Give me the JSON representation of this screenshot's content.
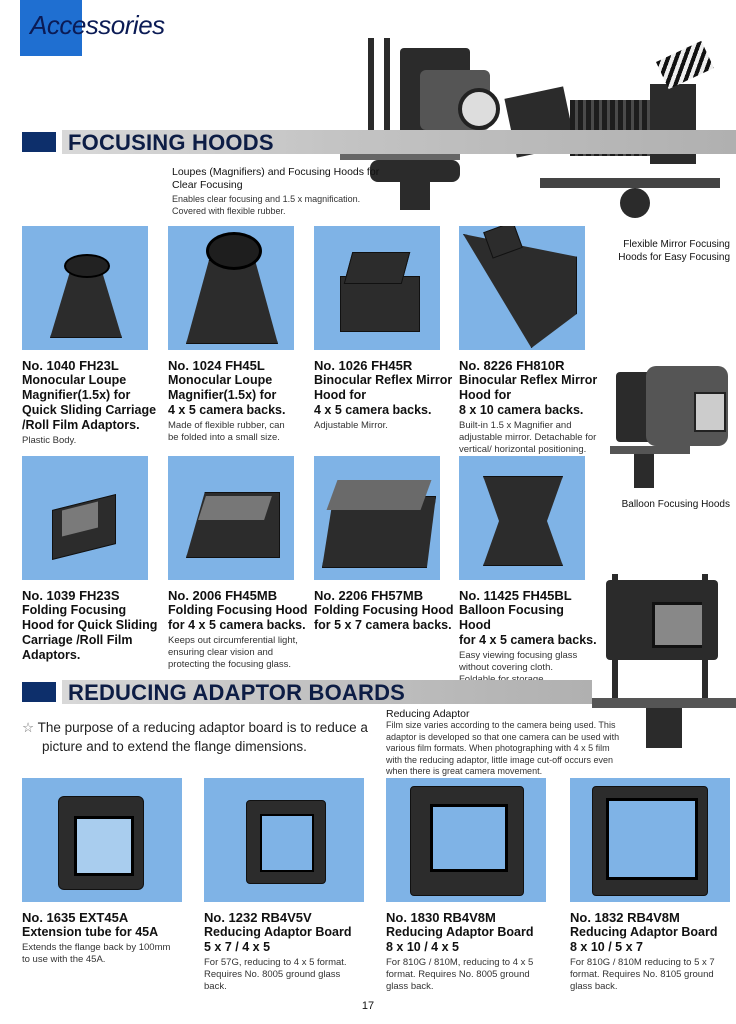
{
  "header": {
    "label": "Accessories"
  },
  "sections": {
    "focusing_hoods": {
      "title": "FOCUSING HOODS"
    },
    "reducing_boards": {
      "title": "REDUCING ADAPTOR BOARDS"
    }
  },
  "intro": {
    "title_line1": "Loupes (Magnifiers) and Focusing Hoods for",
    "title_line2": "Clear Focusing",
    "desc_line1": "Enables clear focusing and 1.5 x magnification.",
    "desc_line2": "Covered with flexible rubber."
  },
  "captions": {
    "flexible_line1": "Flexible Mirror Focusing",
    "flexible_line2": "Hoods for Easy Focusing",
    "balloon": "Balloon Focusing Hoods"
  },
  "row1": [
    {
      "no": "No. 1040  FH23L",
      "title": [
        "Monocular Loupe",
        "Magnifier(1.5x) for",
        "Quick Sliding Carriage",
        "/Roll Film Adaptors."
      ],
      "desc": [
        "Plastic Body."
      ]
    },
    {
      "no": "No. 1024  FH45L",
      "title": [
        "Monocular Loupe",
        "Magnifier(1.5x) for",
        "4 x 5 camera backs."
      ],
      "desc": [
        "Made of flexible rubber, can",
        "be folded into a small size."
      ]
    },
    {
      "no": "No. 1026  FH45R",
      "title": [
        "Binocular Reflex Mirror",
        "Hood for",
        "4 x 5 camera backs."
      ],
      "desc": [
        "Adjustable Mirror."
      ]
    },
    {
      "no": "No. 8226  FH810R",
      "title": [
        "Binocular Reflex Mirror",
        "Hood for",
        "8 x 10 camera backs."
      ],
      "desc": [
        "Built-in 1.5 x Magnifier and",
        "adjustable mirror. Detachable for",
        "vertical/ horizontal positioning."
      ]
    }
  ],
  "row2": [
    {
      "no": "No. 1039  FH23S",
      "title": [
        "Folding Focusing",
        "Hood for Quick Sliding",
        "Carriage /Roll Film",
        "Adaptors."
      ],
      "desc": []
    },
    {
      "no": "No. 2006  FH45MB",
      "title": [
        "Folding Focusing Hood",
        "for 4 x 5 camera backs."
      ],
      "desc": [
        "Keeps out circumferential light,",
        "ensuring clear vision and",
        "protecting the focusing glass."
      ]
    },
    {
      "no": "No. 2206  FH57MB",
      "title": [
        "Folding Focusing Hood",
        "for 5 x 7 camera backs."
      ],
      "desc": []
    },
    {
      "no": "No. 11425  FH45BL",
      "title": [
        "Balloon Focusing Hood",
        "for 4 x 5 camera backs."
      ],
      "desc": [
        "Easy viewing focusing glass",
        "without covering cloth.",
        "Foldable for storage."
      ]
    }
  ],
  "purpose": {
    "star": "☆",
    "line1": "The purpose of a reducing adaptor board is to reduce a",
    "line2": "picture and to extend the flange dimensions."
  },
  "reducing_note": {
    "title": "Reducing Adaptor",
    "lines": [
      "Film size varies according to the camera being used.  This",
      "adaptor is developed so that one camera can be used with",
      "various film formats.  When photographing with 4 x 5 film",
      "with the reducing adaptor, little image cut-off occurs even",
      "when there is great camera movement."
    ]
  },
  "row3": [
    {
      "no": "No. 1635  EXT45A",
      "title": [
        "Extension tube for 45A"
      ],
      "desc": [
        "Extends the flange back by 100mm",
        "to use with the 45A."
      ]
    },
    {
      "no": "No. 1232  RB4V5V",
      "title": [
        "Reducing Adaptor Board",
        "5 x 7 / 4 x 5"
      ],
      "desc": [
        "For 57G, reducing to 4 x 5 format.",
        "Requires No. 8005 ground glass",
        "back."
      ]
    },
    {
      "no": "No. 1830  RB4V8M",
      "title": [
        "Reducing Adaptor Board",
        "8 x 10 / 4 x 5"
      ],
      "desc": [
        "For 810G / 810M, reducing to 4 x 5",
        "format. Requires No. 8005 ground",
        "glass back."
      ]
    },
    {
      "no": "No. 1832  RB4V8M",
      "title": [
        "Reducing Adaptor Board",
        "8 x 10 / 5 x 7"
      ],
      "desc": [
        "For 810G / 810M reducing to 5 x 7",
        "format. Requires No. 8105 ground",
        "glass back."
      ]
    }
  ],
  "page_number": "17",
  "colors": {
    "accent": "#1f6fd1",
    "section_block": "#0d2f6b",
    "photo_bg": "#7fb3e6"
  }
}
